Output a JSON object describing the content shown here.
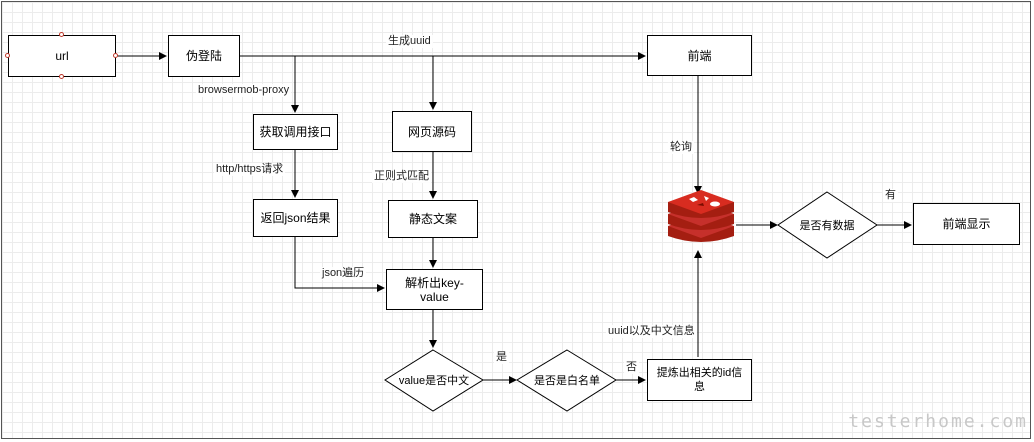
{
  "nodes": {
    "url": "url",
    "fake_login": "伪登陆",
    "frontend": "前端",
    "get_api": "获取调用接口",
    "page_source": "网页源码",
    "return_json": "返回json结果",
    "static_text": "静态文案",
    "parse_kv": "解析出key-value",
    "value_chinese": "value是否中文",
    "whitelist": "是否是白名单",
    "extract_info": "提炼出相关的id信息",
    "has_data": "是否有数据",
    "frontend_display": "前端显示"
  },
  "labels": {
    "gen_uuid": "生成uuid",
    "browsermob": "browsermob-proxy",
    "http_request": "http/https请求",
    "json_traverse": "json遍历",
    "regex_match": "正则式匹配",
    "polling": "轮询",
    "yes_value": "是",
    "no_whitelist": "否",
    "uuid_info": "uuid以及中文信息",
    "has": "有"
  },
  "icons": {
    "redis": "redis-icon"
  },
  "colors": {
    "redis_red": "#c6302b",
    "redis_dark": "#a41e11",
    "handle": "#c0392b"
  },
  "watermark": "testerhome.com"
}
